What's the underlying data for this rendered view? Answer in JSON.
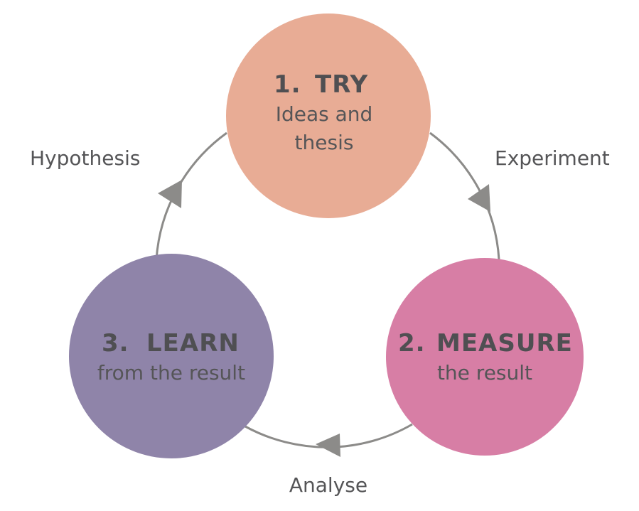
{
  "colors": {
    "text_dark": "#4f4f52",
    "text_light": "#555557",
    "connector": "#8c8b89",
    "background": "#ffffff"
  },
  "nodes": [
    {
      "id": "try",
      "number": "1.",
      "title": "TRY",
      "subtitle_lines": [
        "Ideas and",
        "thesis"
      ],
      "color": "#e8ac95"
    },
    {
      "id": "measure",
      "number": "2.",
      "title": "MEASURE",
      "subtitle_lines": [
        "the result"
      ],
      "color": "#d77ea5"
    },
    {
      "id": "learn",
      "number": "3.",
      "title": "LEARN",
      "subtitle_lines": [
        "from the result"
      ],
      "color": "#8f84a9"
    }
  ],
  "edges": [
    {
      "from": "try",
      "to": "measure",
      "label": "Experiment"
    },
    {
      "from": "measure",
      "to": "learn",
      "label": "Analyse"
    },
    {
      "from": "learn",
      "to": "try",
      "label": "Hypothesis"
    }
  ]
}
